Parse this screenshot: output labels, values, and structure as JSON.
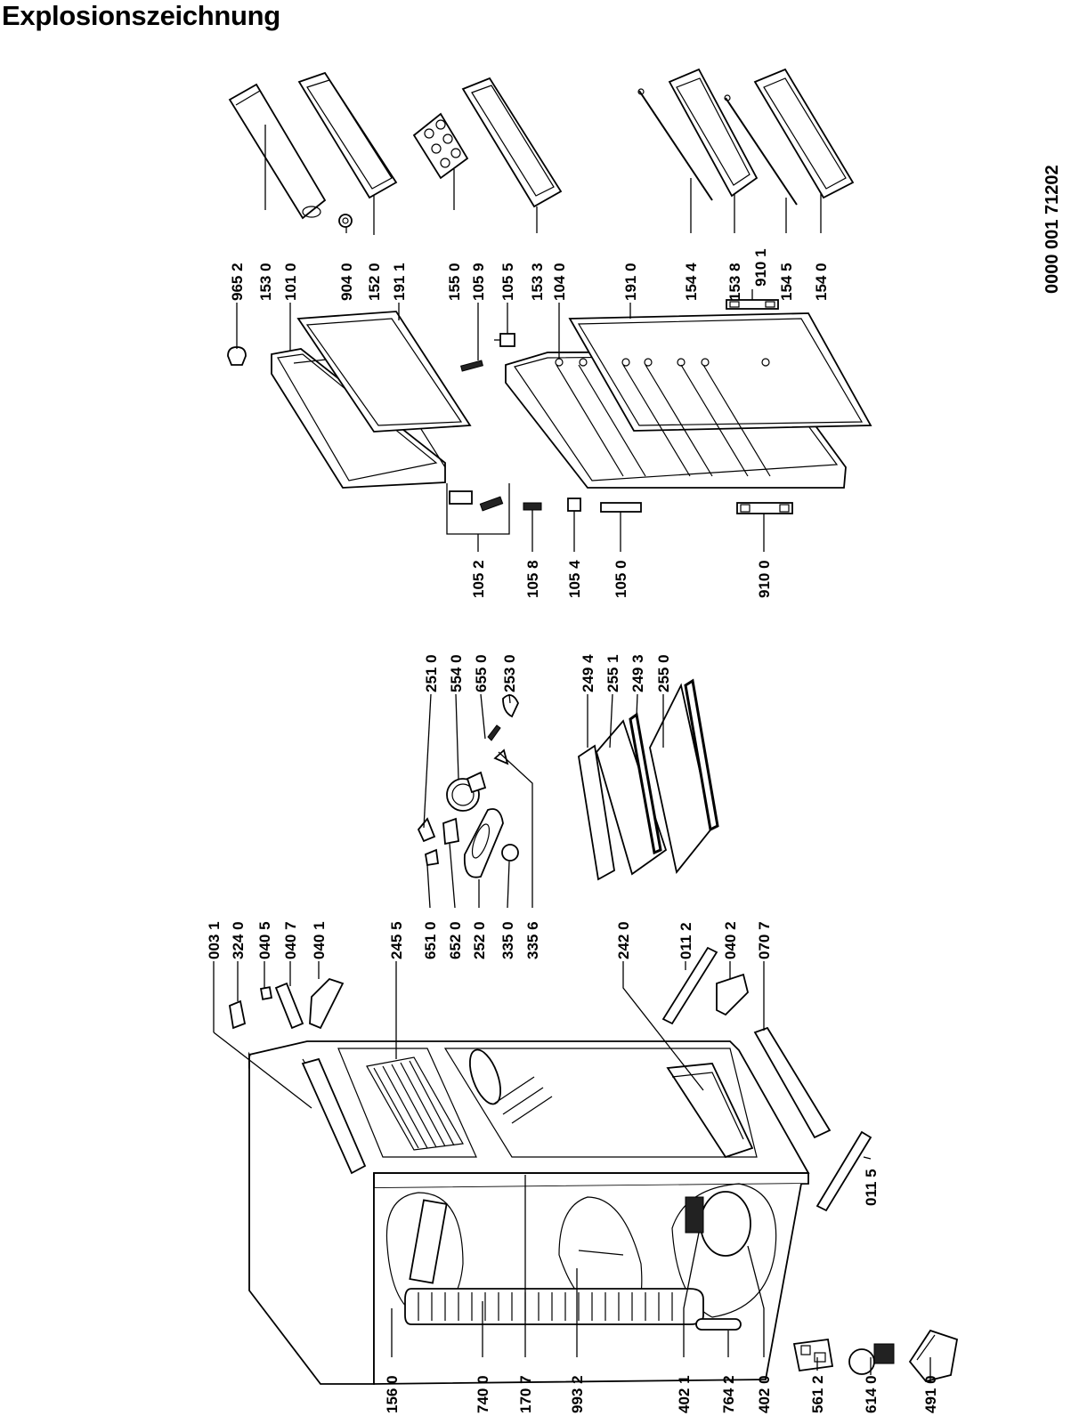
{
  "title": "Explosionszeichnung",
  "document_number": "0000  001 71202",
  "labels": [
    {
      "id": "965-2",
      "text": "965 2"
    },
    {
      "id": "153-0",
      "text": "153 0"
    },
    {
      "id": "101-0",
      "text": "101 0"
    },
    {
      "id": "904-0",
      "text": "904 0"
    },
    {
      "id": "152-0",
      "text": "152 0"
    },
    {
      "id": "191-1",
      "text": "191 1"
    },
    {
      "id": "155-0",
      "text": "155 0"
    },
    {
      "id": "105-9",
      "text": "105 9"
    },
    {
      "id": "105-5",
      "text": "105 5"
    },
    {
      "id": "153-3",
      "text": "153 3"
    },
    {
      "id": "104-0",
      "text": "104 0"
    },
    {
      "id": "191-0",
      "text": "191 0"
    },
    {
      "id": "154-4",
      "text": "154 4"
    },
    {
      "id": "153-8",
      "text": "153 8"
    },
    {
      "id": "910-1",
      "text": "910 1"
    },
    {
      "id": "154-5",
      "text": "154 5"
    },
    {
      "id": "154-0",
      "text": "154 0"
    },
    {
      "id": "105-2",
      "text": "105 2"
    },
    {
      "id": "105-8",
      "text": "105 8"
    },
    {
      "id": "105-4",
      "text": "105 4"
    },
    {
      "id": "105-0",
      "text": "105 0"
    },
    {
      "id": "910-0",
      "text": "910 0"
    },
    {
      "id": "251-0",
      "text": "251 0"
    },
    {
      "id": "554-0",
      "text": "554 0"
    },
    {
      "id": "655-0",
      "text": "655 0"
    },
    {
      "id": "253-0",
      "text": "253 0"
    },
    {
      "id": "249-4",
      "text": "249 4"
    },
    {
      "id": "255-1",
      "text": "255 1"
    },
    {
      "id": "249-3",
      "text": "249 3"
    },
    {
      "id": "255-0",
      "text": "255 0"
    },
    {
      "id": "003-1",
      "text": "003 1"
    },
    {
      "id": "324-0",
      "text": "324 0"
    },
    {
      "id": "040-5",
      "text": "040 5"
    },
    {
      "id": "040-7",
      "text": "040 7"
    },
    {
      "id": "040-1",
      "text": "040 1"
    },
    {
      "id": "245-5",
      "text": "245 5"
    },
    {
      "id": "651-0",
      "text": "651 0"
    },
    {
      "id": "652-0",
      "text": "652 0"
    },
    {
      "id": "252-0",
      "text": "252 0"
    },
    {
      "id": "335-0",
      "text": "335 0"
    },
    {
      "id": "335-6",
      "text": "335 6"
    },
    {
      "id": "242-0",
      "text": "242 0"
    },
    {
      "id": "011-2",
      "text": "011 2"
    },
    {
      "id": "040-2",
      "text": "040 2"
    },
    {
      "id": "070-7",
      "text": "070 7"
    },
    {
      "id": "011-5",
      "text": "011 5"
    },
    {
      "id": "156-0",
      "text": "156 0"
    },
    {
      "id": "740-0",
      "text": "740 0"
    },
    {
      "id": "170-7",
      "text": "170 7"
    },
    {
      "id": "993-2",
      "text": "993 2"
    },
    {
      "id": "402-1",
      "text": "402 1"
    },
    {
      "id": "764-2",
      "text": "764 2"
    },
    {
      "id": "402-0",
      "text": "402 0"
    },
    {
      "id": "561-2",
      "text": "561 2"
    },
    {
      "id": "614-0",
      "text": "614 0"
    },
    {
      "id": "491-0",
      "text": "491 0"
    }
  ]
}
